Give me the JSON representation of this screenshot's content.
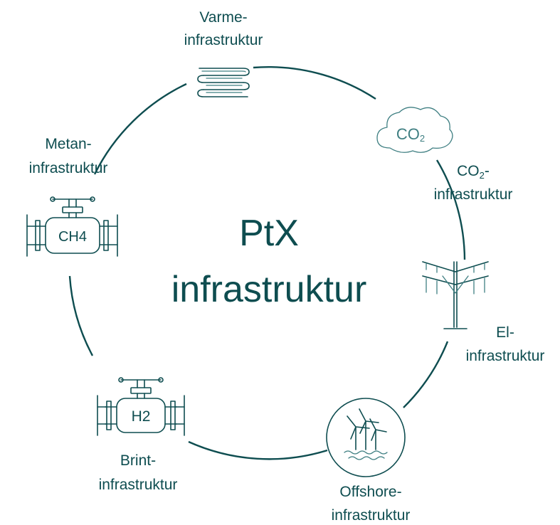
{
  "center": {
    "line1": "PtX",
    "line2": "infrastruktur"
  },
  "nodes": {
    "varme": {
      "line1": "Varme-",
      "line2": "infrastruktur",
      "icon": "heat-exchanger-icon"
    },
    "co2": {
      "line1_main": "CO",
      "line1_sub": "2",
      "line1_suffix": "-",
      "line2": "infrastruktur",
      "icon_text_main": "CO",
      "icon_text_sub": "2",
      "icon": "co2-cloud-icon"
    },
    "el": {
      "line1": "El-",
      "line2": "infrastruktur",
      "icon": "power-pylon-icon"
    },
    "offshore": {
      "line1": "Offshore-",
      "line2": "infrastruktur",
      "icon": "offshore-wind-turbines-icon"
    },
    "brint": {
      "line1": "Brint-",
      "line2": "infrastruktur",
      "icon_text": "H2",
      "icon": "hydrogen-valve-icon"
    },
    "metan": {
      "line1": "Metan-",
      "line2": "infrastruktur",
      "icon_text": "CH4",
      "icon": "methane-valve-icon"
    }
  },
  "colors": {
    "primary": "#0e4d50",
    "light": "#3f7f82",
    "background": "#ffffff"
  }
}
